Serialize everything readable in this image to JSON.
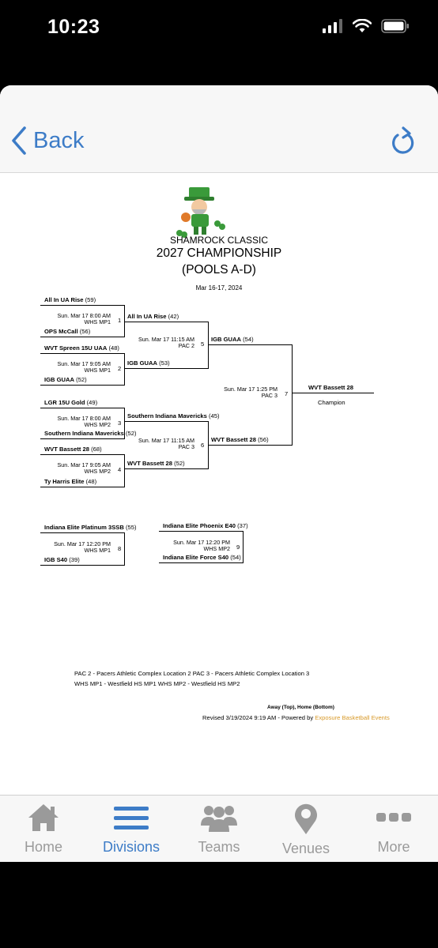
{
  "status": {
    "time": "10:23"
  },
  "nav": {
    "back_label": "Back"
  },
  "doc": {
    "title_line1": "SHAMROCK CLASSIC",
    "title_line2": "2027 CHAMPIONSHIP",
    "title_line3": "(POOLS A-D)",
    "dates": "Mar 16-17, 2024",
    "games": [
      {
        "num": "1",
        "away": "All In UA Rise",
        "away_score": "(59)",
        "home": "OPS McCall",
        "home_score": "(56)",
        "time": "Sun. Mar 17 8:00 AM",
        "location": "WHS MP1"
      },
      {
        "num": "2",
        "away": "WVT Spreen 15U UAA",
        "away_score": "(48)",
        "home": "IGB GUAA",
        "home_score": "(52)",
        "time": "Sun. Mar 17 9:05 AM",
        "location": "WHS MP1"
      },
      {
        "num": "3",
        "away": "LGR 15U Gold",
        "away_score": "(49)",
        "home": "Southern Indiana Mavericks",
        "home_score": "(52)",
        "time": "Sun. Mar 17 8:00 AM",
        "location": "WHS MP2"
      },
      {
        "num": "4",
        "away": "WVT Bassett 28",
        "away_score": "(68)",
        "home": "Ty Harris Elite",
        "home_score": "(48)",
        "time": "Sun. Mar 17 9:05 AM",
        "location": "WHS MP2"
      },
      {
        "num": "5",
        "away": "All In UA Rise",
        "away_score": "(42)",
        "home": "IGB GUAA",
        "home_score": "(53)",
        "time": "Sun. Mar 17 11:15 AM",
        "location": "PAC 2"
      },
      {
        "num": "6",
        "away": "Southern Indiana Mavericks",
        "away_score": "(45)",
        "home": "WVT Bassett 28",
        "home_score": "(52)",
        "time": "Sun. Mar 17 11:15 AM",
        "location": "PAC 3"
      },
      {
        "num": "7",
        "away": "IGB GUAA",
        "away_score": "(54)",
        "home": "WVT Bassett 28",
        "home_score": "(56)",
        "time": "Sun. Mar 17 1:25 PM",
        "location": "PAC 3"
      },
      {
        "num": "8",
        "away": "Indiana Elite Platinum 3SSB",
        "away_score": "(55)",
        "home": "IGB S40",
        "home_score": "(39)",
        "time": "Sun. Mar 17 12:20 PM",
        "location": "WHS MP1"
      },
      {
        "num": "9",
        "away": "Indiana Elite Phoenix E40",
        "away_score": "(37)",
        "home": "Indiana Elite Force S40",
        "home_score": "(54)",
        "time": "Sun. Mar 17 12:20 PM",
        "location": "WHS MP2"
      }
    ],
    "champion": {
      "team": "WVT Bassett 28",
      "label": "Champion"
    },
    "notes_line1": "PAC 2 - Pacers Athletic Complex Location 2   PAC 3 - Pacers Athletic Complex Location 3",
    "notes_line2": "WHS MP1 - Westfield HS MP1   WHS MP2 - Westfield HS MP2",
    "away_home": "Away (Top), Home (Bottom)",
    "revised": "Revised 3/19/2024 9:19 AM - Powered by ",
    "powered_by": "Exposure Basketball Events"
  },
  "tabs": [
    {
      "label": "Home",
      "icon": "house-icon",
      "active": false
    },
    {
      "label": "Divisions",
      "icon": "list-icon",
      "active": true
    },
    {
      "label": "Teams",
      "icon": "people-icon",
      "active": false
    },
    {
      "label": "Venues",
      "icon": "map-pin-icon",
      "active": false
    },
    {
      "label": "More",
      "icon": "ellipsis-icon",
      "active": false
    }
  ],
  "colors": {
    "accent": "#3d7cc7",
    "inactive": "#9a9a9a",
    "link": "#d89a2a"
  }
}
